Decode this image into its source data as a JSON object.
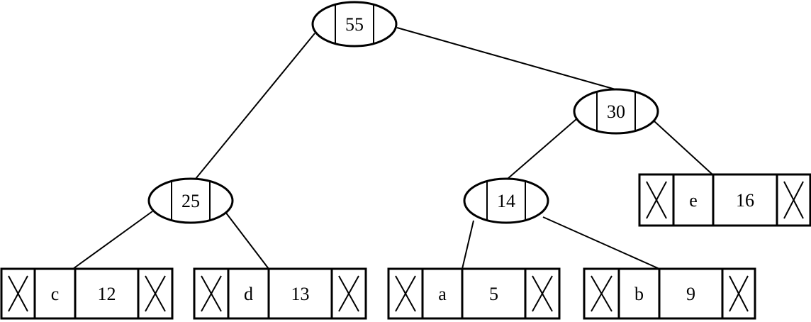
{
  "tree": {
    "internal_nodes": [
      {
        "id": "n55",
        "weight": "55"
      },
      {
        "id": "n30",
        "weight": "30"
      },
      {
        "id": "n25",
        "weight": "25"
      },
      {
        "id": "n14",
        "weight": "14"
      }
    ],
    "leaves": [
      {
        "id": "leaf-c",
        "symbol": "c",
        "weight": "12"
      },
      {
        "id": "leaf-d",
        "symbol": "d",
        "weight": "13"
      },
      {
        "id": "leaf-a",
        "symbol": "a",
        "weight": "5"
      },
      {
        "id": "leaf-b",
        "symbol": "b",
        "weight": "9"
      },
      {
        "id": "leaf-e",
        "symbol": "e",
        "weight": "16"
      }
    ],
    "edges": [
      {
        "from": "n55",
        "to": "n25"
      },
      {
        "from": "n55",
        "to": "n30"
      },
      {
        "from": "n30",
        "to": "n14"
      },
      {
        "from": "n30",
        "to": "leaf-e"
      },
      {
        "from": "n25",
        "to": "leaf-c"
      },
      {
        "from": "n25",
        "to": "leaf-d"
      },
      {
        "from": "n14",
        "to": "leaf-a"
      },
      {
        "from": "n14",
        "to": "leaf-b"
      }
    ]
  }
}
